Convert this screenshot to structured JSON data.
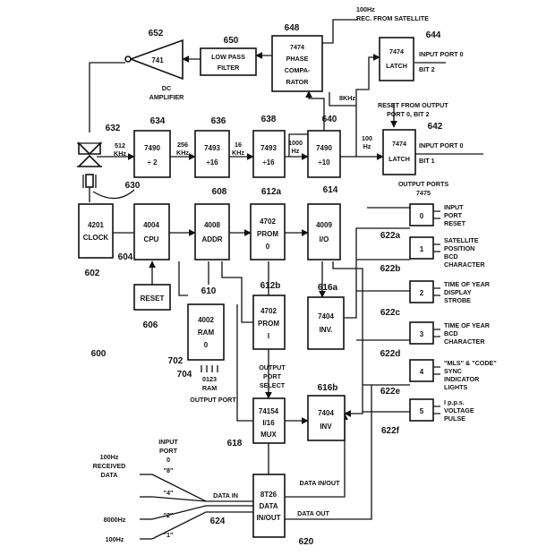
{
  "figure_number": "600",
  "blocks": {
    "amp": {
      "ref": "652",
      "type": "741",
      "caption": [
        "DC",
        "AMPLIFIER"
      ]
    },
    "lpf": {
      "ref": "650",
      "lines": [
        "LOW PASS",
        "FILTER"
      ]
    },
    "phase": {
      "ref": "648",
      "lines": [
        "7474",
        "PHASE",
        "COMPA-",
        "RATOR"
      ]
    },
    "latch2": {
      "ref": "644",
      "lines": [
        "7474",
        "LATCH"
      ],
      "port": "INPUT PORT 0",
      "bit": "BIT 2"
    },
    "latch1": {
      "ref": "642",
      "lines": [
        "7474",
        "LATCH"
      ],
      "port": "INPUT PORT 0",
      "bit": "BIT 1"
    },
    "div2": {
      "ref": "634",
      "lines": [
        "7490",
        "÷ 2"
      ]
    },
    "div16a": {
      "ref": "636",
      "lines": [
        "7493",
        "÷16"
      ]
    },
    "div16b": {
      "ref": "638",
      "lines": [
        "7493",
        "÷16"
      ]
    },
    "div10": {
      "ref": "640",
      "lines": [
        "7490",
        "÷10"
      ]
    },
    "clock": {
      "ref": "602",
      "lines": [
        "4201",
        "CLOCK"
      ]
    },
    "cpu": {
      "ref": "604",
      "lines": [
        "4004",
        "CPU"
      ]
    },
    "addr": {
      "ref": "608",
      "lines": [
        "4008",
        "ADDR"
      ]
    },
    "prom0": {
      "ref": "612a",
      "lines": [
        "4702",
        "PROM",
        "0"
      ]
    },
    "io": {
      "ref": "614",
      "lines": [
        "4009",
        "I/O"
      ]
    },
    "reset": {
      "ref": "606",
      "lines": [
        "RESET"
      ]
    },
    "ram": {
      "ref": "610",
      "lines": [
        "4002",
        "RAM",
        "0"
      ]
    },
    "prom1": {
      "ref": "612b",
      "lines": [
        "4702",
        "PROM",
        "I"
      ]
    },
    "inv1": {
      "ref": "616a",
      "lines": [
        "7404",
        "INV."
      ]
    },
    "inv2": {
      "ref": "616b",
      "lines": [
        "7404",
        "INV"
      ]
    },
    "mux": {
      "ref": "618",
      "lines": [
        "74154",
        "I/16",
        "MUX"
      ]
    },
    "data": {
      "ref": "620",
      "lines": [
        "8T26",
        "DATA",
        "IN/OUT"
      ]
    }
  },
  "frequencies": {
    "f512": [
      "512",
      "KHz"
    ],
    "f256": [
      "256",
      "KHz"
    ],
    "f16": [
      "16",
      "KHz"
    ],
    "f1000": [
      "1000",
      "Hz"
    ],
    "f100": [
      "100",
      "Hz"
    ],
    "f8k": "8KHz"
  },
  "annotations": {
    "satellite": [
      "100Hz",
      "REC. FROM SATELLITE"
    ],
    "reset_from": [
      "RESET FROM OUTPUT",
      "PORT 0, BIT 2"
    ],
    "output_ports_title": [
      "OUTPUT PORTS",
      "7475"
    ],
    "output_port_select": [
      "OUTPUT",
      "PORT",
      "SELECT"
    ],
    "ram_output_port": [
      "0123",
      "RAM",
      "OUTPUT PORT"
    ],
    "ram_refs": [
      "702",
      "704"
    ],
    "xtal_refs": [
      "632",
      "630"
    ],
    "input_port": [
      "INPUT",
      "PORT",
      "0"
    ],
    "received": [
      "100Hz",
      "RECEIVED",
      "DATA"
    ],
    "data_in": "DATA IN",
    "data_in_ref": "624",
    "data_in_out": "DATA IN/OUT",
    "data_out": "DATA OUT"
  },
  "input_lines": [
    {
      "left": "",
      "label": "\"8\""
    },
    {
      "left": "",
      "label": "\"4\""
    },
    {
      "left": "8000Hz",
      "label": "\"2\""
    },
    {
      "left": "100Hz",
      "label": "\"1\""
    }
  ],
  "output_ports": [
    {
      "number": "0",
      "ref": "622a",
      "desc": [
        "INPUT",
        "PORT",
        "RESET"
      ]
    },
    {
      "number": "1",
      "ref": "622b",
      "desc": [
        "SATELLITE",
        "POSITION",
        "BCD",
        "CHARACTER"
      ]
    },
    {
      "number": "2",
      "ref": "622c",
      "desc": [
        "TIME OF YEAR",
        "DISPLAY",
        "STROBE"
      ]
    },
    {
      "number": "3",
      "ref": "622d",
      "desc": [
        "TIME OF YEAR",
        "BCD",
        "CHARACTER"
      ]
    },
    {
      "number": "4",
      "ref": "622e",
      "desc": [
        "\"MLS\" & \"CODE\"",
        "SYNC",
        "INDICATOR",
        "LIGHTS"
      ]
    },
    {
      "number": "5",
      "ref": "622f",
      "desc": [
        "I p.p.s.",
        "VOLTAGE",
        "PULSE"
      ]
    }
  ]
}
